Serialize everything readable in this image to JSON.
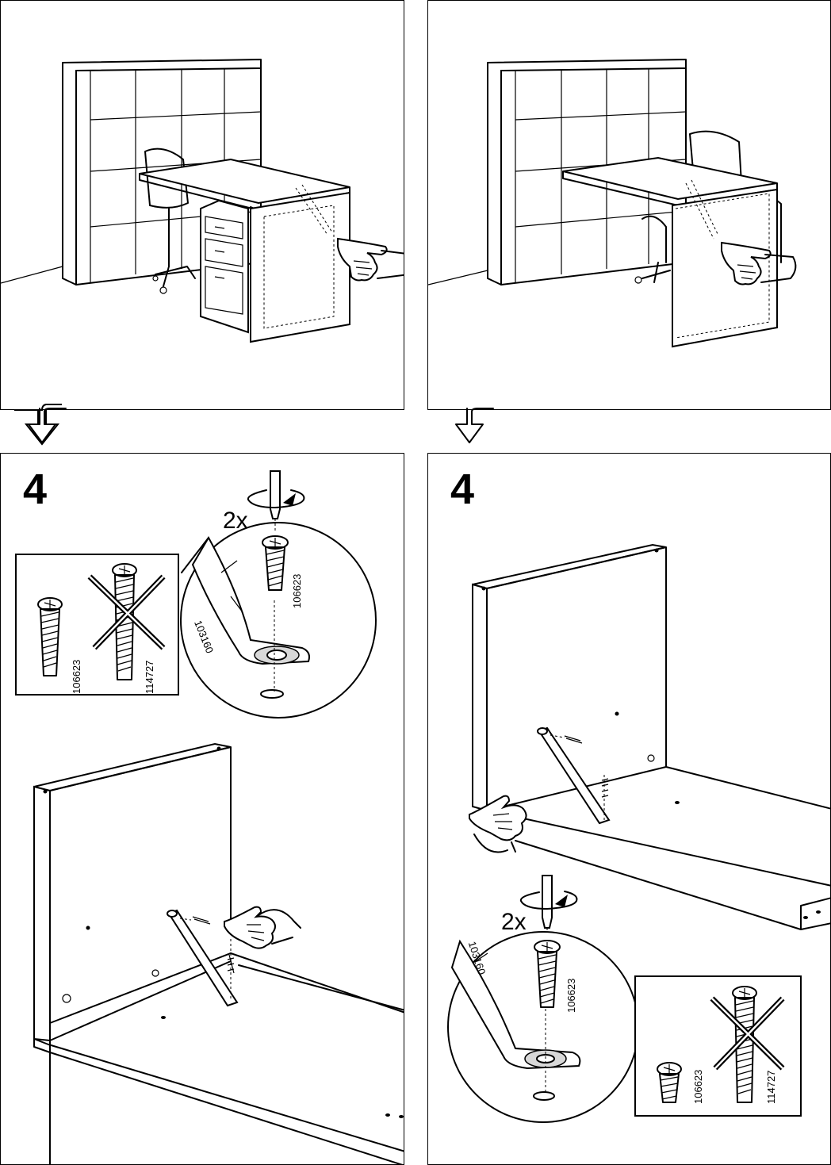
{
  "steps": {
    "bottom_left": {
      "number": "4",
      "count": "2x",
      "screw_id": "106623",
      "bracket_id": "103160",
      "wrong_screw_id": "114727"
    },
    "bottom_right": {
      "number": "4",
      "count": "2x",
      "screw_id": "106623",
      "bracket_id": "103160",
      "wrong_screw_id": "114727"
    }
  },
  "icons": [
    "pointing-hand-icon",
    "down-arrow-icon",
    "rotate-arrow-icon",
    "screwdriver-icon",
    "screw-icon",
    "cross-out-icon"
  ]
}
